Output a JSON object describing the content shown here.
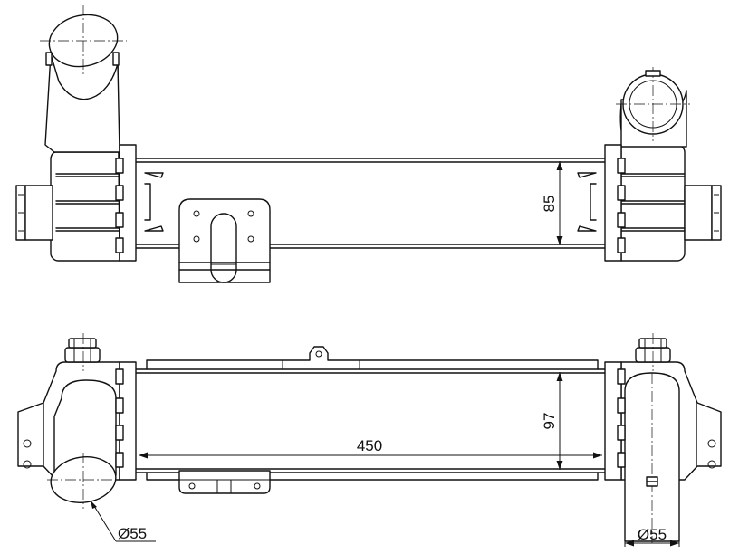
{
  "drawing": {
    "dimensions": {
      "top_height": "85",
      "bottom_height": "97",
      "width": "450",
      "left_pipe_diameter": "Ø55",
      "right_pipe_diameter": "Ø55"
    }
  }
}
